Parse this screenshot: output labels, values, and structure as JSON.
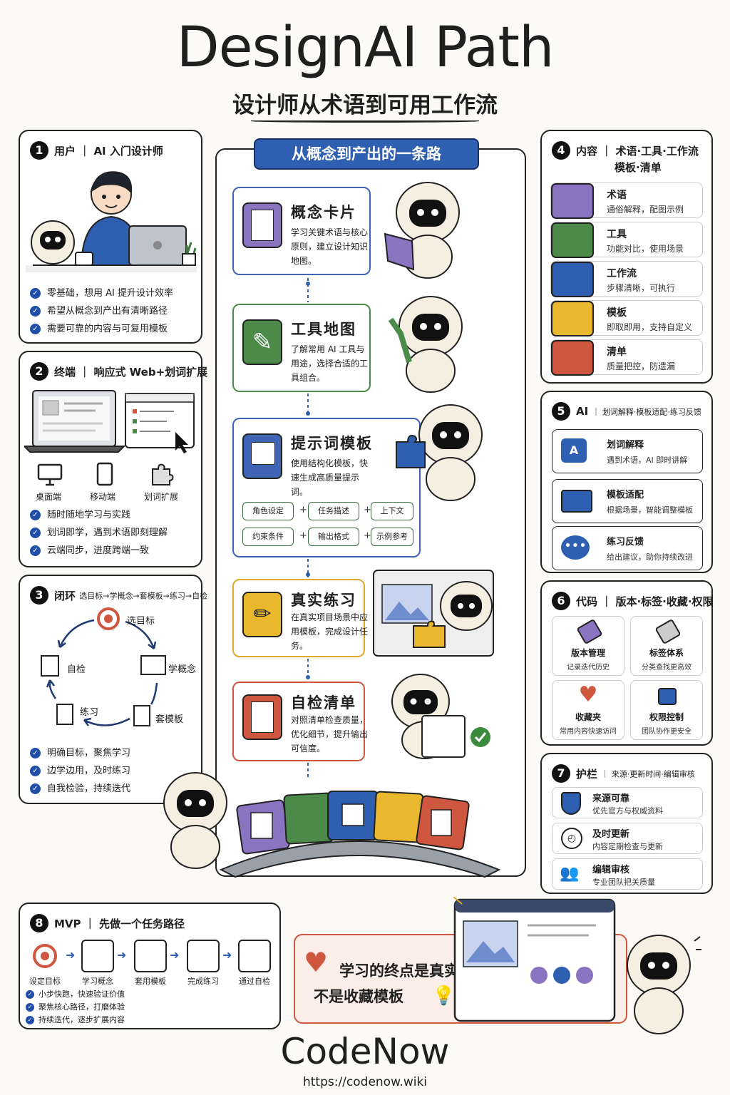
{
  "header": {
    "title": "DesignAI Path",
    "subtitle": "设计师从术语到可用工作流"
  },
  "center": {
    "banner": "从概念到产出的一条路",
    "cards": [
      {
        "title": "概念卡片",
        "desc": "学习关键术语与核心原则，建立设计知识地图。",
        "color": "#3f63b5"
      },
      {
        "title": "工具地图",
        "desc": "了解常用 AI 工具与用途，选择合适的工具组合。",
        "color": "#4c8a4a"
      },
      {
        "title": "提示词模板",
        "desc": "使用结构化模板，快速生成高质量提示词。",
        "color": "#3f63b5"
      },
      {
        "title": "真实练习",
        "desc": "在真实项目场景中应用模板，完成设计任务。",
        "color": "#e0a92a"
      },
      {
        "title": "自检清单",
        "desc": "对照清单检查质量，优化细节，提升输出可信度。",
        "color": "#d0573f"
      }
    ],
    "tags": [
      "角色设定",
      "任务描述",
      "上下文",
      "约束条件",
      "输出格式",
      "示例参考"
    ]
  },
  "panel1": {
    "num": "1",
    "title": "用户 ｜ AI 入门设计师",
    "items": [
      "零基础，想用 AI 提升设计效率",
      "希望从概念到产出有清晰路径",
      "需要可靠的内容与可复用模板"
    ]
  },
  "panel2": {
    "num": "2",
    "title": "终端 ｜ 响应式 Web+划词扩展",
    "devices": [
      "桌面端",
      "移动端",
      "划词扩展"
    ],
    "items": [
      "随时随地学习与实践",
      "划词即学，遇到术语即刻理解",
      "云端同步，进度跨端一致"
    ]
  },
  "panel3": {
    "num": "3",
    "title": "闭环",
    "title_small": "选目标→学概念→套模板→练习→自检",
    "cycle": [
      "选目标",
      "学概念",
      "套模板",
      "练习",
      "自检"
    ],
    "items": [
      "明确目标，聚焦学习",
      "边学边用，及时练习",
      "自我检验，持续迭代"
    ]
  },
  "panel4": {
    "num": "4",
    "title": "内容 ｜ 术语·工具·工作流",
    "title2": "模板·清单",
    "rows": [
      {
        "a": "术语",
        "b": "通俗解释，配图示例",
        "color": "#8a73c0"
      },
      {
        "a": "工具",
        "b": "功能对比，使用场景",
        "color": "#4c8a4a"
      },
      {
        "a": "工作流",
        "b": "步骤清晰，可执行",
        "color": "#2f5fb0"
      },
      {
        "a": "模板",
        "b": "即取即用，支持自定义",
        "color": "#e9b82f"
      },
      {
        "a": "清单",
        "b": "质量把控，防遗漏",
        "color": "#d0573f"
      }
    ]
  },
  "panel5": {
    "num": "5",
    "title": "AI",
    "title_small": "｜ 划词解释·模板适配·练习反馈",
    "rows": [
      {
        "a": "划词解释",
        "b": "遇到术语，AI 即时讲解"
      },
      {
        "a": "模板适配",
        "b": "根据场景，智能调整模板"
      },
      {
        "a": "练习反馈",
        "b": "给出建议，助你持续改进"
      }
    ]
  },
  "panel6": {
    "num": "6",
    "title": "代码 ｜ 版本·标签·收藏·权限",
    "cells": [
      {
        "a": "版本管理",
        "b": "记录迭代历史"
      },
      {
        "a": "标签体系",
        "b": "分类查找更高效"
      },
      {
        "a": "收藏夹",
        "b": "常用内容快速访问"
      },
      {
        "a": "权限控制",
        "b": "团队协作更安全"
      }
    ]
  },
  "panel7": {
    "num": "7",
    "title": "护栏",
    "title_small": "｜ 来源·更新时间·编辑审核",
    "rows": [
      {
        "a": "来源可靠",
        "b": "优先官方与权威资料"
      },
      {
        "a": "及时更新",
        "b": "内容定期检查与更新"
      },
      {
        "a": "编辑审核",
        "b": "专业团队把关质量"
      }
    ]
  },
  "panel8": {
    "num": "8",
    "title": "MVP ｜ 先做一个任务路径",
    "steps": [
      "设定目标",
      "学习概念",
      "套用模板",
      "完成练习",
      "通过自检"
    ],
    "items": [
      "小步快跑，快速验证价值",
      "聚焦核心路径，打磨体验",
      "持续迭代，逐步扩展内容"
    ]
  },
  "quote": {
    "line1": "学习的终点是真实产出，",
    "line2": "不是收藏模板"
  },
  "footer": {
    "brand": "CodeNow",
    "url": "https://codenow.wiki"
  }
}
